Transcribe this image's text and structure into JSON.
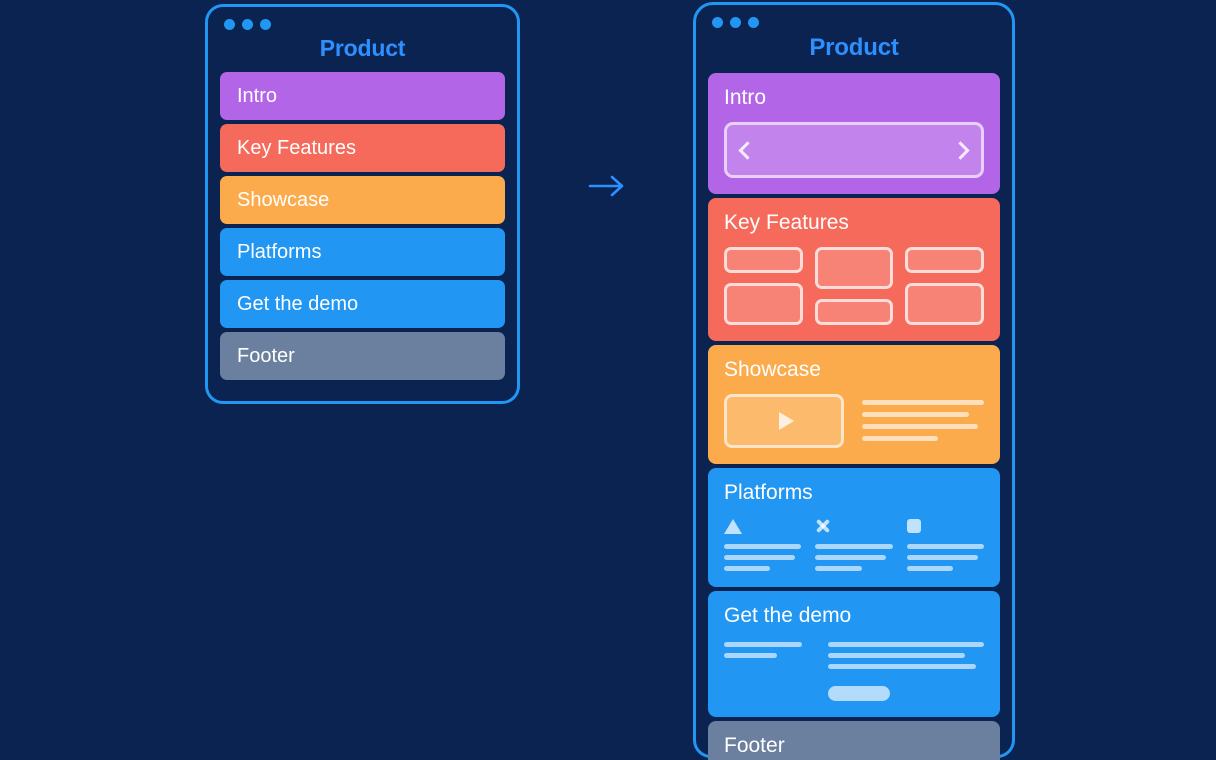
{
  "canvas": {
    "background": "#0a2351",
    "accent": "#2196f3"
  },
  "flow": {
    "arrow_icon": "arrow-right-icon"
  },
  "outline_window": {
    "title": "Product",
    "window_dots": [
      "dot-red",
      "dot-yellow",
      "dot-green"
    ],
    "sections": [
      {
        "label": "Intro",
        "color": "#b365e8"
      },
      {
        "label": "Key Features",
        "color": "#f56a5a"
      },
      {
        "label": "Showcase",
        "color": "#fbab4c"
      },
      {
        "label": "Platforms",
        "color": "#2196f3"
      },
      {
        "label": "Get the demo",
        "color": "#2196f3"
      },
      {
        "label": "Footer",
        "color": "#6b7f9e"
      }
    ]
  },
  "detail_window": {
    "title": "Product",
    "window_dots": [
      "dot-red",
      "dot-yellow",
      "dot-green"
    ],
    "sections": {
      "intro": {
        "label": "Intro",
        "color": "#b365e8",
        "carousel": {
          "prev_icon": "chevron-left-icon",
          "next_icon": "chevron-right-icon"
        }
      },
      "key_features": {
        "label": "Key Features",
        "color": "#f56a5a",
        "columns": [
          {
            "boxes": [
              "small",
              "large"
            ]
          },
          {
            "boxes": [
              "large",
              "small"
            ]
          },
          {
            "boxes": [
              "small",
              "large"
            ]
          }
        ]
      },
      "showcase": {
        "label": "Showcase",
        "color": "#fbab4c",
        "player": {
          "play_icon": "play-triangle-icon"
        },
        "text_lines": [
          100,
          88,
          95,
          62
        ]
      },
      "platforms": {
        "label": "Platforms",
        "color": "#2196f3",
        "columns": [
          {
            "icon": "triangle-icon",
            "text_lines": [
              100,
              92,
              60
            ]
          },
          {
            "icon": "cross-icon",
            "text_lines": [
              100,
              92,
              60
            ]
          },
          {
            "icon": "square-icon",
            "text_lines": [
              100,
              92,
              60
            ]
          }
        ]
      },
      "get_the_demo": {
        "label": "Get the demo",
        "color": "#2196f3",
        "left_lines": [
          100,
          68
        ],
        "right_lines": [
          100,
          88,
          95
        ],
        "cta_button": "demo-cta-button"
      },
      "footer": {
        "label": "Footer",
        "color": "#6b7f9e"
      }
    }
  }
}
